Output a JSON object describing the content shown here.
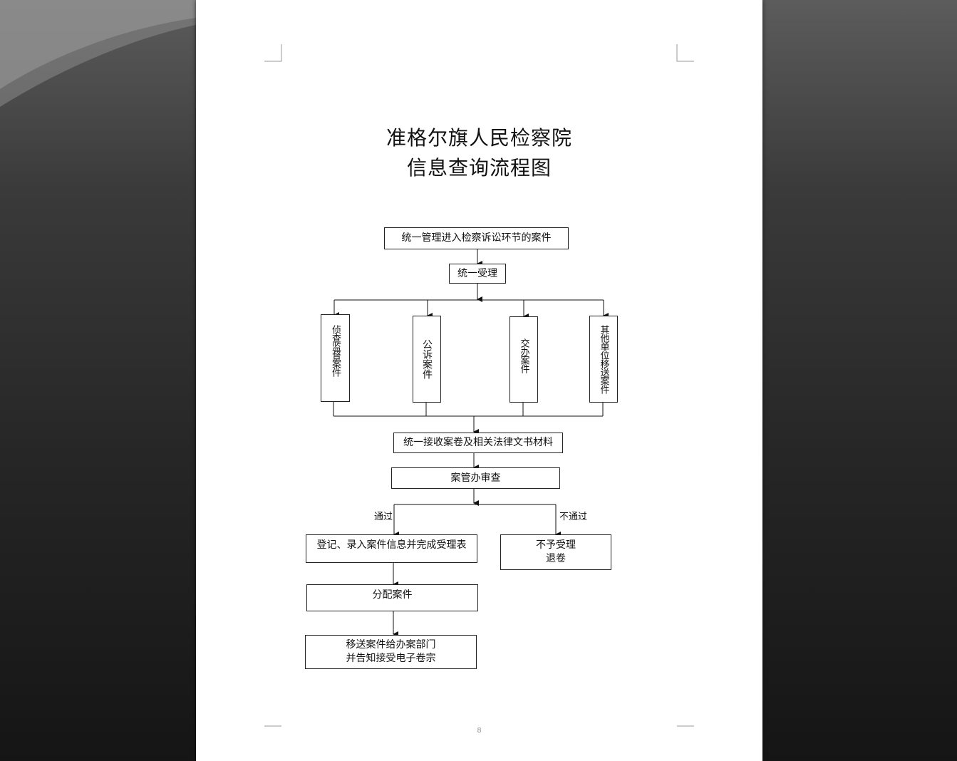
{
  "document": {
    "title_line1": "准格尔旗人民检察院",
    "title_line2": "信息查询流程图",
    "page_number": "8"
  },
  "flowchart": {
    "nodes": {
      "manage": "统一管理进入检察诉讼环节的案件",
      "accept": "统一受理",
      "branch_investigation": "侦查监督案件",
      "branch_prosecution": "公诉案件",
      "branch_assigned": "交办案件",
      "branch_transferred": "其他单位移送案件",
      "receive": "统一接收案卷及相关法律文书材料",
      "review": "案管办审查",
      "register": "登记、录入案件信息并完成受理表",
      "reject_line1": "不予受理",
      "reject_line2": "退卷",
      "assign": "分配案件",
      "transfer_line1": "移送案件给办案部门",
      "transfer_line2": "并告知接受电子卷宗"
    },
    "edge_labels": {
      "pass": "通过",
      "fail": "不通过"
    }
  }
}
